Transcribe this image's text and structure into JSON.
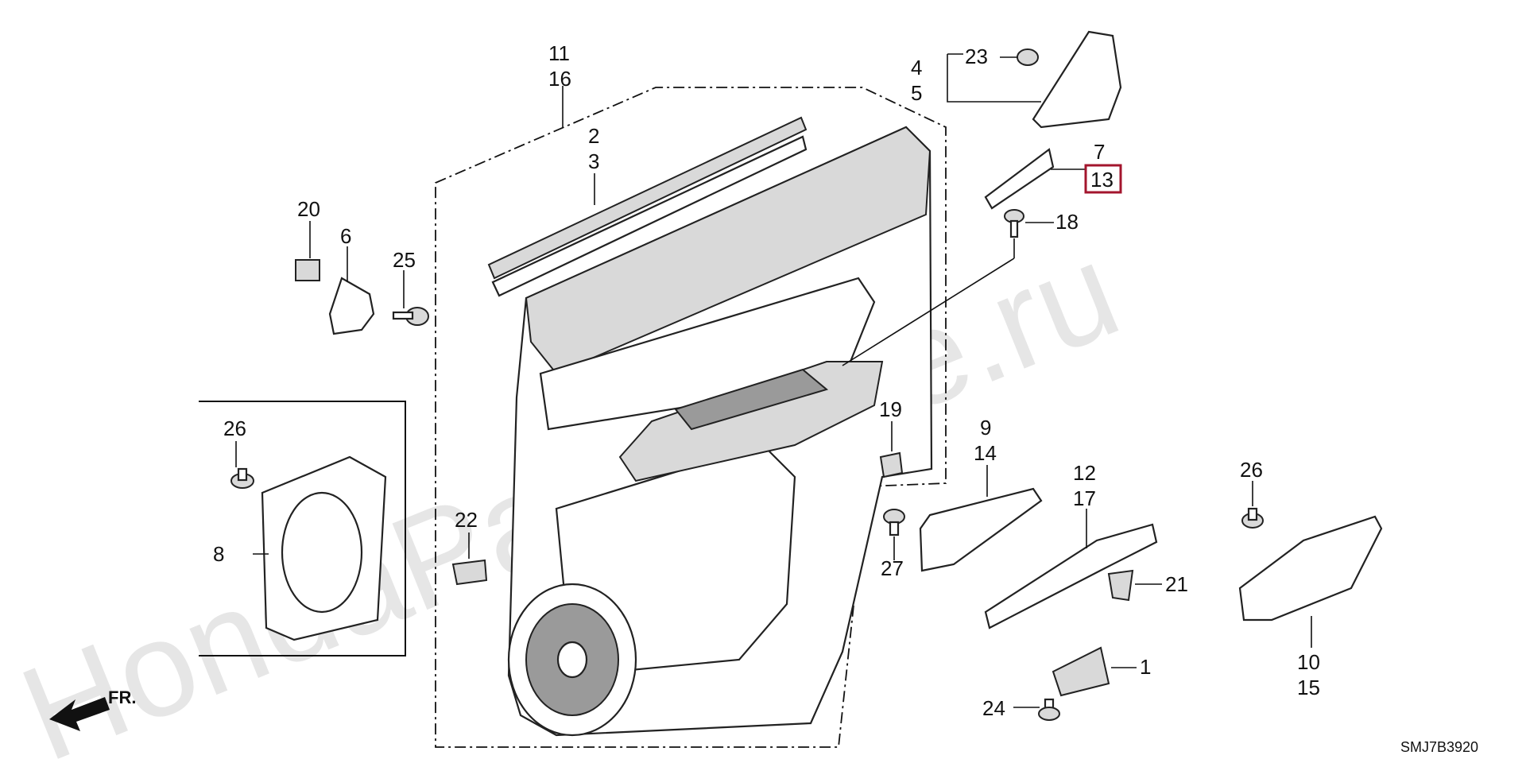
{
  "diagram": {
    "callouts": {
      "c11": "11",
      "c16": "16",
      "c2": "2",
      "c3": "3",
      "c4": "4",
      "c5": "5",
      "c23": "23",
      "c7": "7",
      "c13": "13",
      "c18": "18",
      "c20": "20",
      "c6": "6",
      "c25": "25",
      "c26a": "26",
      "c8": "8",
      "c19": "19",
      "c22": "22",
      "c9": "9",
      "c14": "14",
      "c27": "27",
      "c12": "12",
      "c17": "17",
      "c21": "21",
      "c26b": "26",
      "c10": "10",
      "c15": "15",
      "c1": "1",
      "c24": "24"
    },
    "highlighted_callout": "13",
    "direction_label": "FR.",
    "diagram_code": "SMJ7B3920",
    "watermark": "HondaPartsMine.ru",
    "colors": {
      "highlight": "#a3152d",
      "line": "#111111",
      "watermark": "#e6e6e6"
    }
  }
}
